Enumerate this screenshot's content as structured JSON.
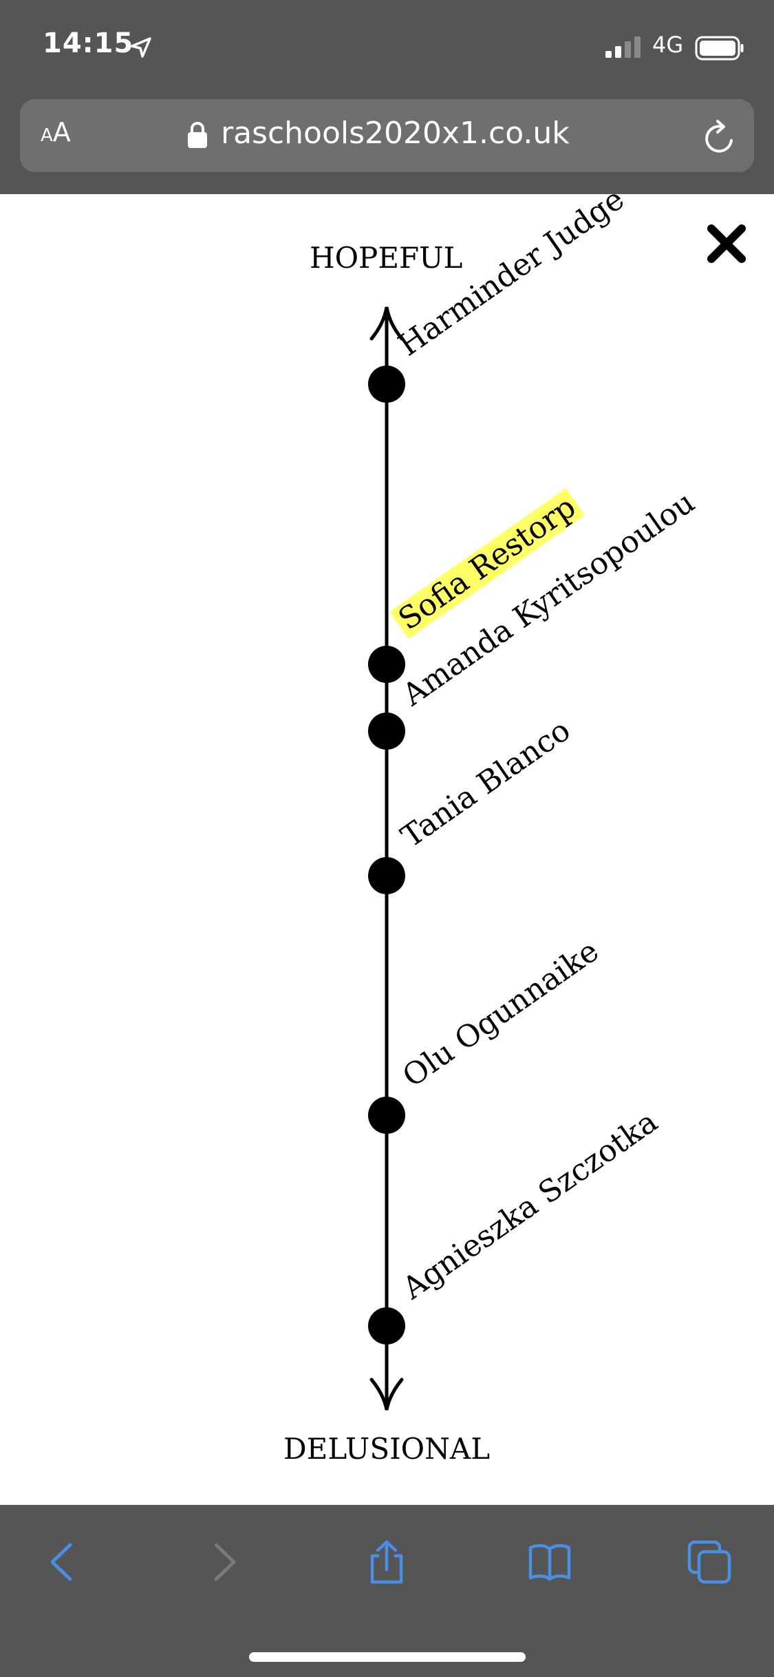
{
  "status_bar": {
    "time": "14:15",
    "network": "4G",
    "icons": [
      "location-arrow-icon",
      "signal-icon",
      "battery-icon"
    ]
  },
  "address_bar": {
    "text_size_small": "A",
    "text_size_big": "A",
    "url": "raschools2020x1.co.uk",
    "icons": [
      "lock-icon",
      "reload-icon"
    ]
  },
  "scale": {
    "top_label": "HOPEFUL",
    "bottom_label": "DELUSIONAL",
    "people": [
      {
        "name": "Harminder Judge",
        "highlighted": false
      },
      {
        "name": "Sofia Restorp",
        "highlighted": true
      },
      {
        "name": "Amanda Kyritsopoulou",
        "highlighted": false
      },
      {
        "name": "Tania Blanco",
        "highlighted": false
      },
      {
        "name": "Olu Ogunnaike",
        "highlighted": false
      },
      {
        "name": "Agnieszka Szczotka",
        "highlighted": false
      }
    ]
  },
  "toolbar": {
    "icons": [
      "back-icon",
      "forward-icon",
      "share-icon",
      "bookmarks-icon",
      "tabs-icon"
    ]
  },
  "colors": {
    "chrome": "#555555",
    "address_field": "#6f6f6f",
    "toolbar_icon": "#4a8fe6",
    "toolbar_icon_disabled": "#7a7a7a",
    "highlight": "#ffff66"
  }
}
